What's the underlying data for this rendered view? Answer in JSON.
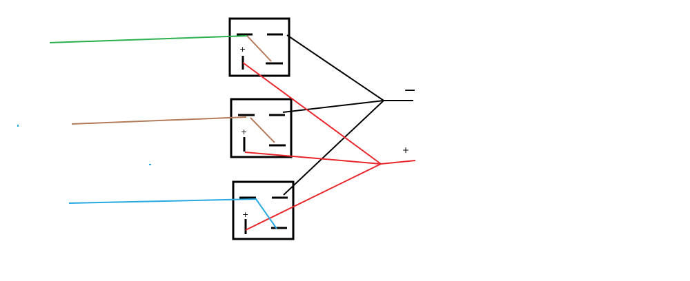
{
  "colors": {
    "background": "#ffffff",
    "box": "#000000",
    "black_wire": "#000000",
    "red_wire": "#e8262b",
    "green_wire": "#2ab04b",
    "brown_wire": "#b47c5c",
    "blue_wire": "#27a9e1"
  },
  "labels": {
    "minus_sign": "−",
    "plus_sign": "+",
    "terminal_plus": "+"
  },
  "switches": [
    {
      "id": "switch-1",
      "terminal_plus": "+"
    },
    {
      "id": "switch-2",
      "terminal_plus": "+"
    },
    {
      "id": "switch-3",
      "terminal_plus": "+"
    }
  ]
}
